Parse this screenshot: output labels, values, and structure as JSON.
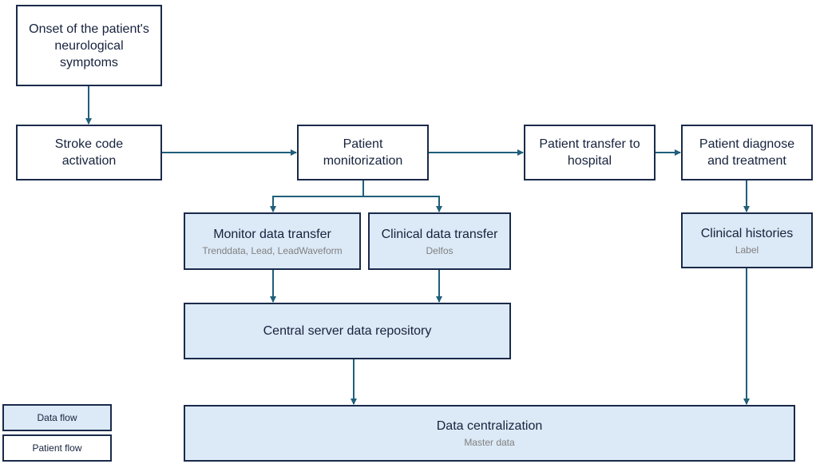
{
  "nodes": {
    "onset": {
      "title": "Onset of the patient's\nneurological\nsymptoms",
      "kind": "patient_flow"
    },
    "stroke_code": {
      "title": "Stroke code\nactivation",
      "kind": "patient_flow"
    },
    "monitorization": {
      "title": "Patient\nmonitorization",
      "kind": "patient_flow"
    },
    "transfer_hospital": {
      "title": "Patient transfer to\nhospital",
      "kind": "patient_flow"
    },
    "diagnose_treatment": {
      "title": "Patient diagnose\nand treatment",
      "kind": "patient_flow"
    },
    "monitor_data": {
      "title": "Monitor data transfer",
      "subtitle": "Trenddata, Lead, LeadWaveform",
      "kind": "data_flow"
    },
    "clinical_data": {
      "title": "Clinical data transfer",
      "subtitle": "Delfos",
      "kind": "data_flow"
    },
    "clinical_histories": {
      "title": "Clinical histories",
      "subtitle": "Label",
      "kind": "data_flow"
    },
    "central_server": {
      "title": "Central server data repository",
      "kind": "data_flow"
    },
    "data_centralization": {
      "title": "Data centralization",
      "subtitle": "Master data",
      "kind": "data_flow"
    }
  },
  "edges": [
    {
      "from": "onset",
      "to": "stroke_code"
    },
    {
      "from": "stroke_code",
      "to": "monitorization"
    },
    {
      "from": "monitorization",
      "to": "transfer_hospital"
    },
    {
      "from": "transfer_hospital",
      "to": "diagnose_treatment"
    },
    {
      "from": "monitorization",
      "to": "monitor_data"
    },
    {
      "from": "monitorization",
      "to": "clinical_data"
    },
    {
      "from": "diagnose_treatment",
      "to": "clinical_histories"
    },
    {
      "from": "monitor_data",
      "to": "central_server"
    },
    {
      "from": "clinical_data",
      "to": "central_server"
    },
    {
      "from": "central_server",
      "to": "data_centralization"
    },
    {
      "from": "clinical_histories",
      "to": "data_centralization"
    }
  ],
  "legend": {
    "data_flow": "Data flow",
    "patient_flow": "Patient flow"
  },
  "colors": {
    "border": "#1a2a4a",
    "data_fill": "#dce9f6",
    "arrow": "#1f5f7a",
    "subtitle": "#808080"
  }
}
